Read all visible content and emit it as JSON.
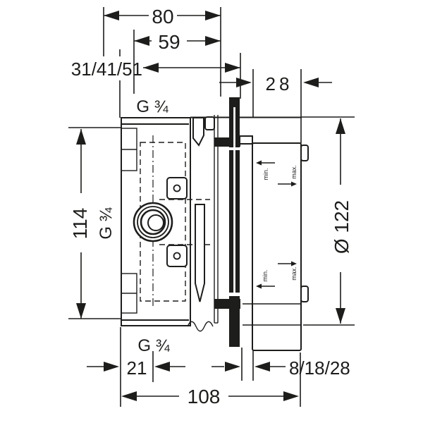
{
  "drawing": {
    "title": "concealed-valve-installation-diagram",
    "background": "#ffffff",
    "line_color": "#1d1d1b",
    "dims": {
      "top_width": "80",
      "inner_width": "59",
      "spacer_depths": "31/41/51",
      "min_depth": "28",
      "body_height": "114",
      "outer_diameter": "Ø 122",
      "axis_offset": "21",
      "plaster_depth_range": "8/18/28",
      "total_depth": "108"
    },
    "threads": {
      "top": "G ¾",
      "left": "G ¾",
      "bottom": "G ¾"
    },
    "depth_marks": {
      "min": "min.",
      "max": "max."
    }
  }
}
